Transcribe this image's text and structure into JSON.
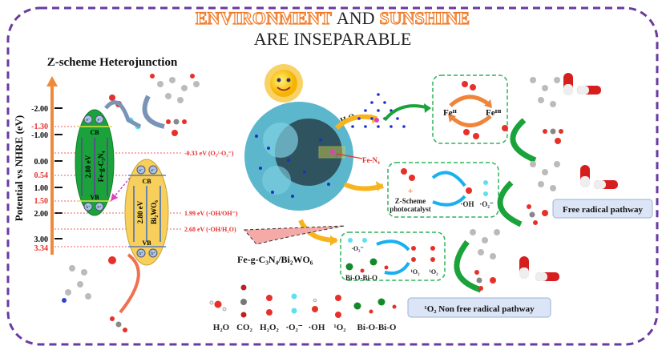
{
  "title": {
    "word1": "ENVIRONMENT",
    "word2": "AND",
    "word3": "SUNSHINE",
    "line2": "ARE INSEPARABLE"
  },
  "colors": {
    "orange": "#f07c2a",
    "border": "#6a3aa0",
    "green": "#1aa33a",
    "yellow": "#f7cf5a",
    "red": "#e8302a",
    "dash_green": "#2fb35a",
    "pathway_bg": "#dbe5f5"
  },
  "band_diagram": {
    "heading": "Z-scheme Heterojunction",
    "y_axis_label": "Potential vs NHRE (eV)",
    "ticks": [
      "-2.00",
      "-1.00",
      "0.00",
      "1.00",
      "2.00",
      "3.00"
    ],
    "band_edges": [
      "-1.30",
      "0.54",
      "1.50",
      "3.34"
    ],
    "semiconductor_1": {
      "name": "Fe-g-C₃N₄",
      "gap": "2.80 eV",
      "cb": "CB",
      "vb": "VB",
      "electron": "e⁻",
      "hole": "h⁺"
    },
    "semiconductor_2": {
      "name": "Bi₂WO₆",
      "gap": "2.80 eV",
      "cb": "CB",
      "vb": "VB",
      "electron": "e⁻",
      "hole": "h⁺"
    },
    "potentials": [
      "-0.33 eV (O₂/·O₂⁻)",
      "1.99 eV (·OH/OH⁻)",
      "2.68 eV (·OH/H₂O)"
    ]
  },
  "center": {
    "catalyst_label": "Fe-g-C₃N₄/Bi₂WO₆",
    "site_label": "Fe-N₄",
    "h2o2_label": "H₂O₂"
  },
  "boxes": {
    "fenton": {
      "fe2": "Feᴵᴵ",
      "fe3": "Feᴵᴵᴵ"
    },
    "zscheme": {
      "line1": "Z-Scheme",
      "line2": "photocatalyst",
      "oh": "·OH",
      "o2": "·O₂⁻"
    },
    "singlet": {
      "o2_radical": "·O₂⁻",
      "bi": "Bi-O-Bi-O",
      "s1": "¹O₂",
      "s2": "¹O₂"
    }
  },
  "pathways": {
    "free_radical": "Free radical pathway",
    "non_free": "¹O₂ Non free radical pathway"
  },
  "legend": [
    "H₂O",
    "CO₂",
    "H₂O₂",
    "·O₂⁻",
    "·OH",
    "¹O₂",
    "Bi-O-Bi-O"
  ]
}
